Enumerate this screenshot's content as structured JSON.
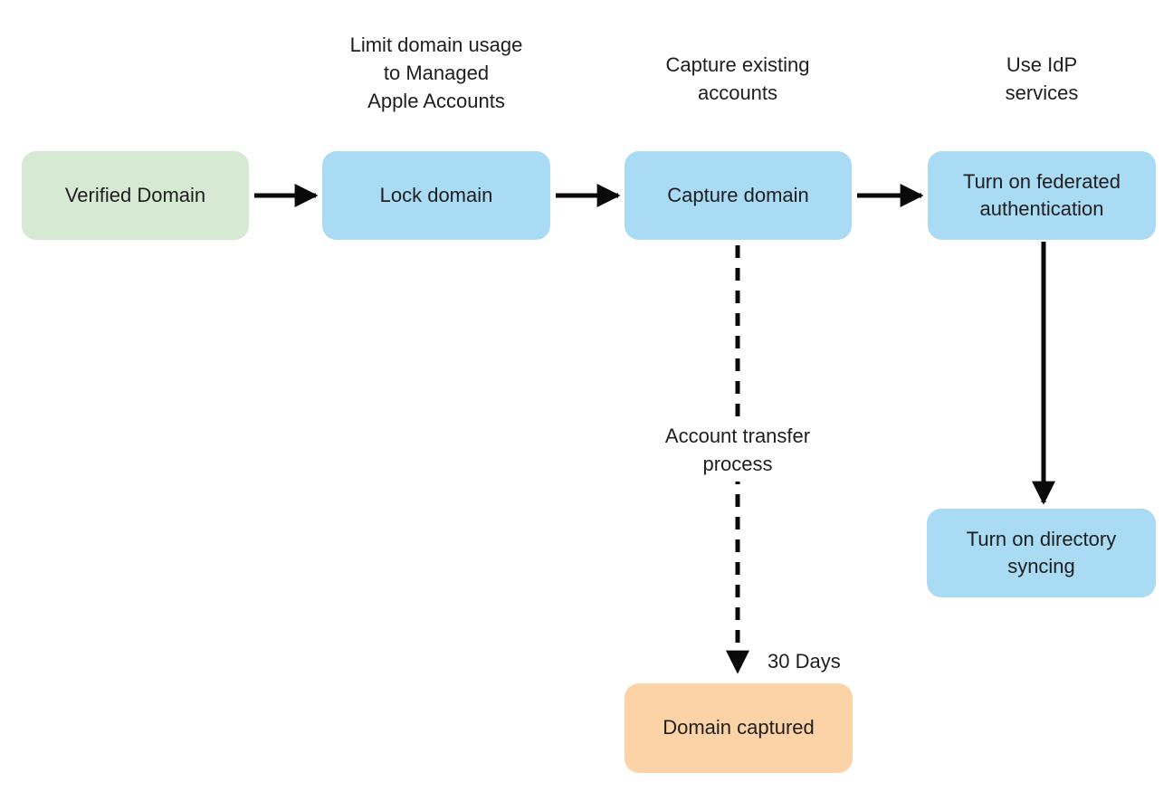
{
  "diagram": {
    "type": "flowchart",
    "nodes": {
      "verified": {
        "label": "Verified Domain",
        "fill": "#d6e9d3"
      },
      "lock": {
        "label": "Lock domain",
        "fill": "#a9dbf4"
      },
      "capture": {
        "label": "Capture domain",
        "fill": "#a9dbf4"
      },
      "federated": {
        "label": "Turn on federated\nauthentication",
        "fill": "#a9dbf4"
      },
      "directory": {
        "label": "Turn on directory\nsyncing",
        "fill": "#a9dbf4"
      },
      "captured": {
        "label": "Domain captured",
        "fill": "#fbd3a6"
      }
    },
    "annotations": {
      "lock_note": "Limit domain usage\nto Managed\nApple Accounts",
      "capture_note": "Capture existing\naccounts",
      "idp_note": "Use IdP\nservices",
      "transfer_note": "Account transfer\nprocess",
      "duration_note": "30 Days"
    },
    "edges": [
      {
        "from": "verified",
        "to": "lock",
        "style": "solid"
      },
      {
        "from": "lock",
        "to": "capture",
        "style": "solid"
      },
      {
        "from": "capture",
        "to": "federated",
        "style": "solid"
      },
      {
        "from": "federated",
        "to": "directory",
        "style": "solid"
      },
      {
        "from": "capture",
        "to": "captured",
        "style": "dashed"
      }
    ],
    "colors": {
      "arrow": "#0a0a0a",
      "text": "#1e1e1e",
      "background": "#ffffff"
    }
  }
}
